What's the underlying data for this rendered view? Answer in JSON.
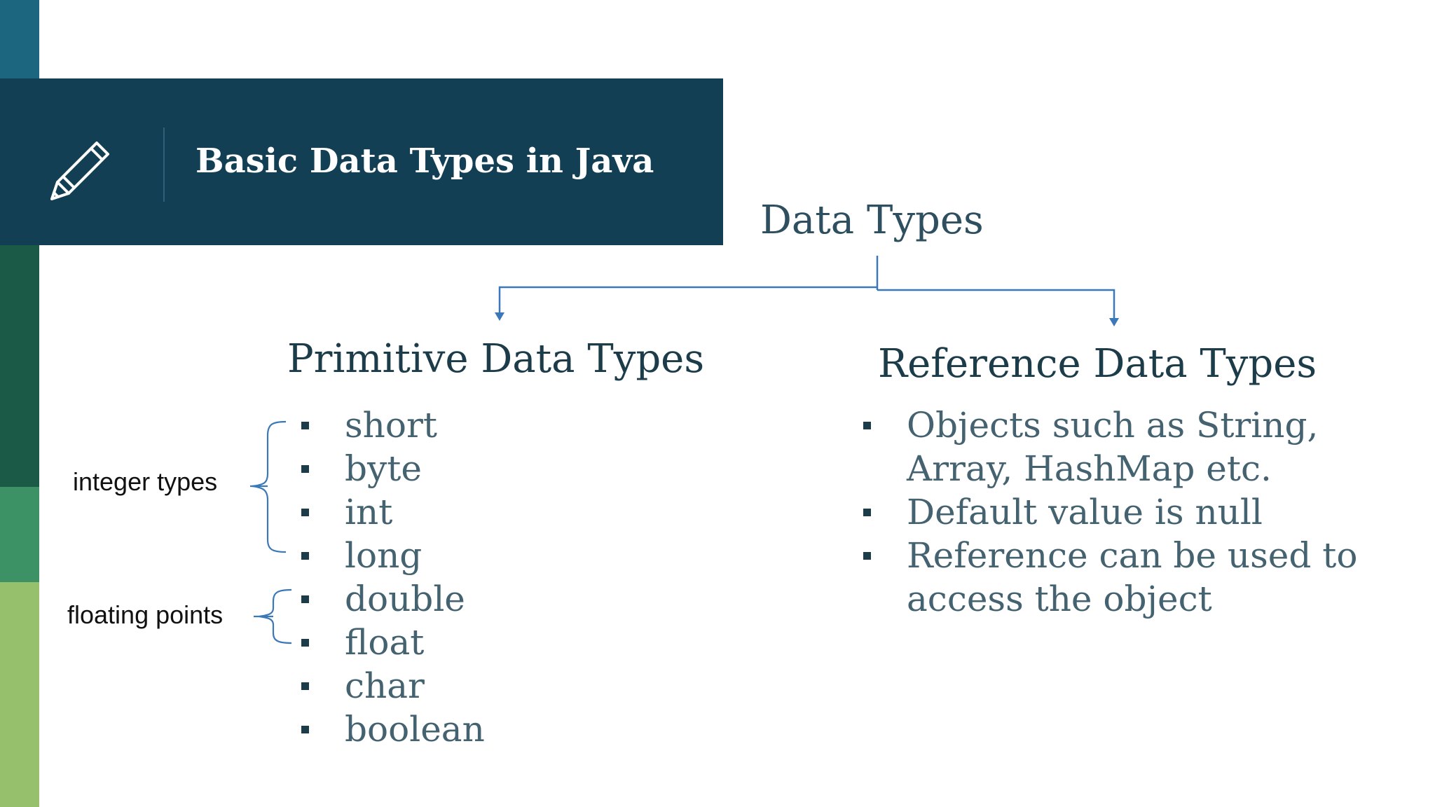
{
  "header": {
    "title": "Basic Data Types in Java",
    "icon": "pencil-icon"
  },
  "diagram": {
    "root": "Data Types",
    "primitive": {
      "title": "Primitive Data Types",
      "items": [
        "short",
        "byte",
        "int",
        "long",
        "double",
        "float",
        "char",
        "boolean"
      ]
    },
    "reference": {
      "title": "Reference Data Types",
      "items": [
        {
          "line1": "Objects such as String,",
          "line2": "Array, HashMap etc."
        },
        {
          "line1": "Default value is null"
        },
        {
          "line1": "Reference can be used to",
          "line2": "access the object"
        }
      ]
    },
    "annotations": {
      "integer": "integer types",
      "floating": "floating points"
    }
  },
  "colors": {
    "header_bg": "#133f55",
    "connector": "#3b78b8",
    "strip": [
      "#1c6680",
      "#133f55",
      "#1a5a47",
      "#3c9264",
      "#97c06d"
    ]
  }
}
